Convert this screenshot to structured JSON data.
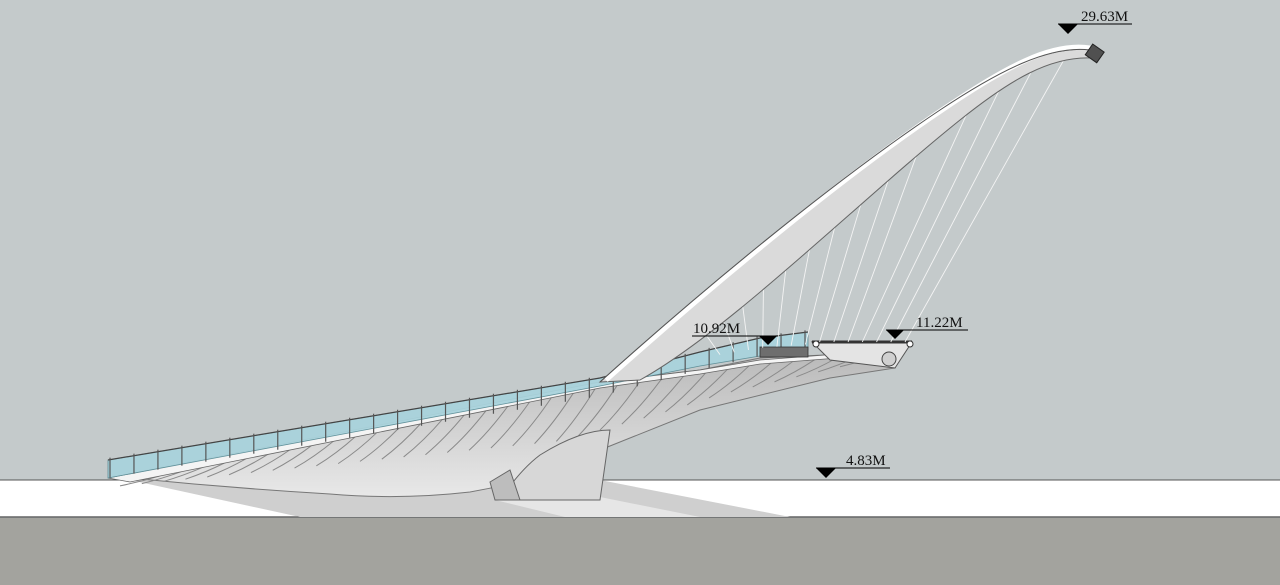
{
  "elevations": {
    "arch_top": "29.63M",
    "deck_left": "10.92M",
    "deck_right": "11.22M",
    "ground": "4.83M"
  },
  "colors": {
    "sky": "#c4cacb",
    "ground_band": "#ffffff",
    "base_strip": "#a3a39e",
    "structure": "#dcdcdc",
    "glass": "#a9d3dc",
    "cable": "#f2f2f2",
    "marker": "#000000"
  }
}
